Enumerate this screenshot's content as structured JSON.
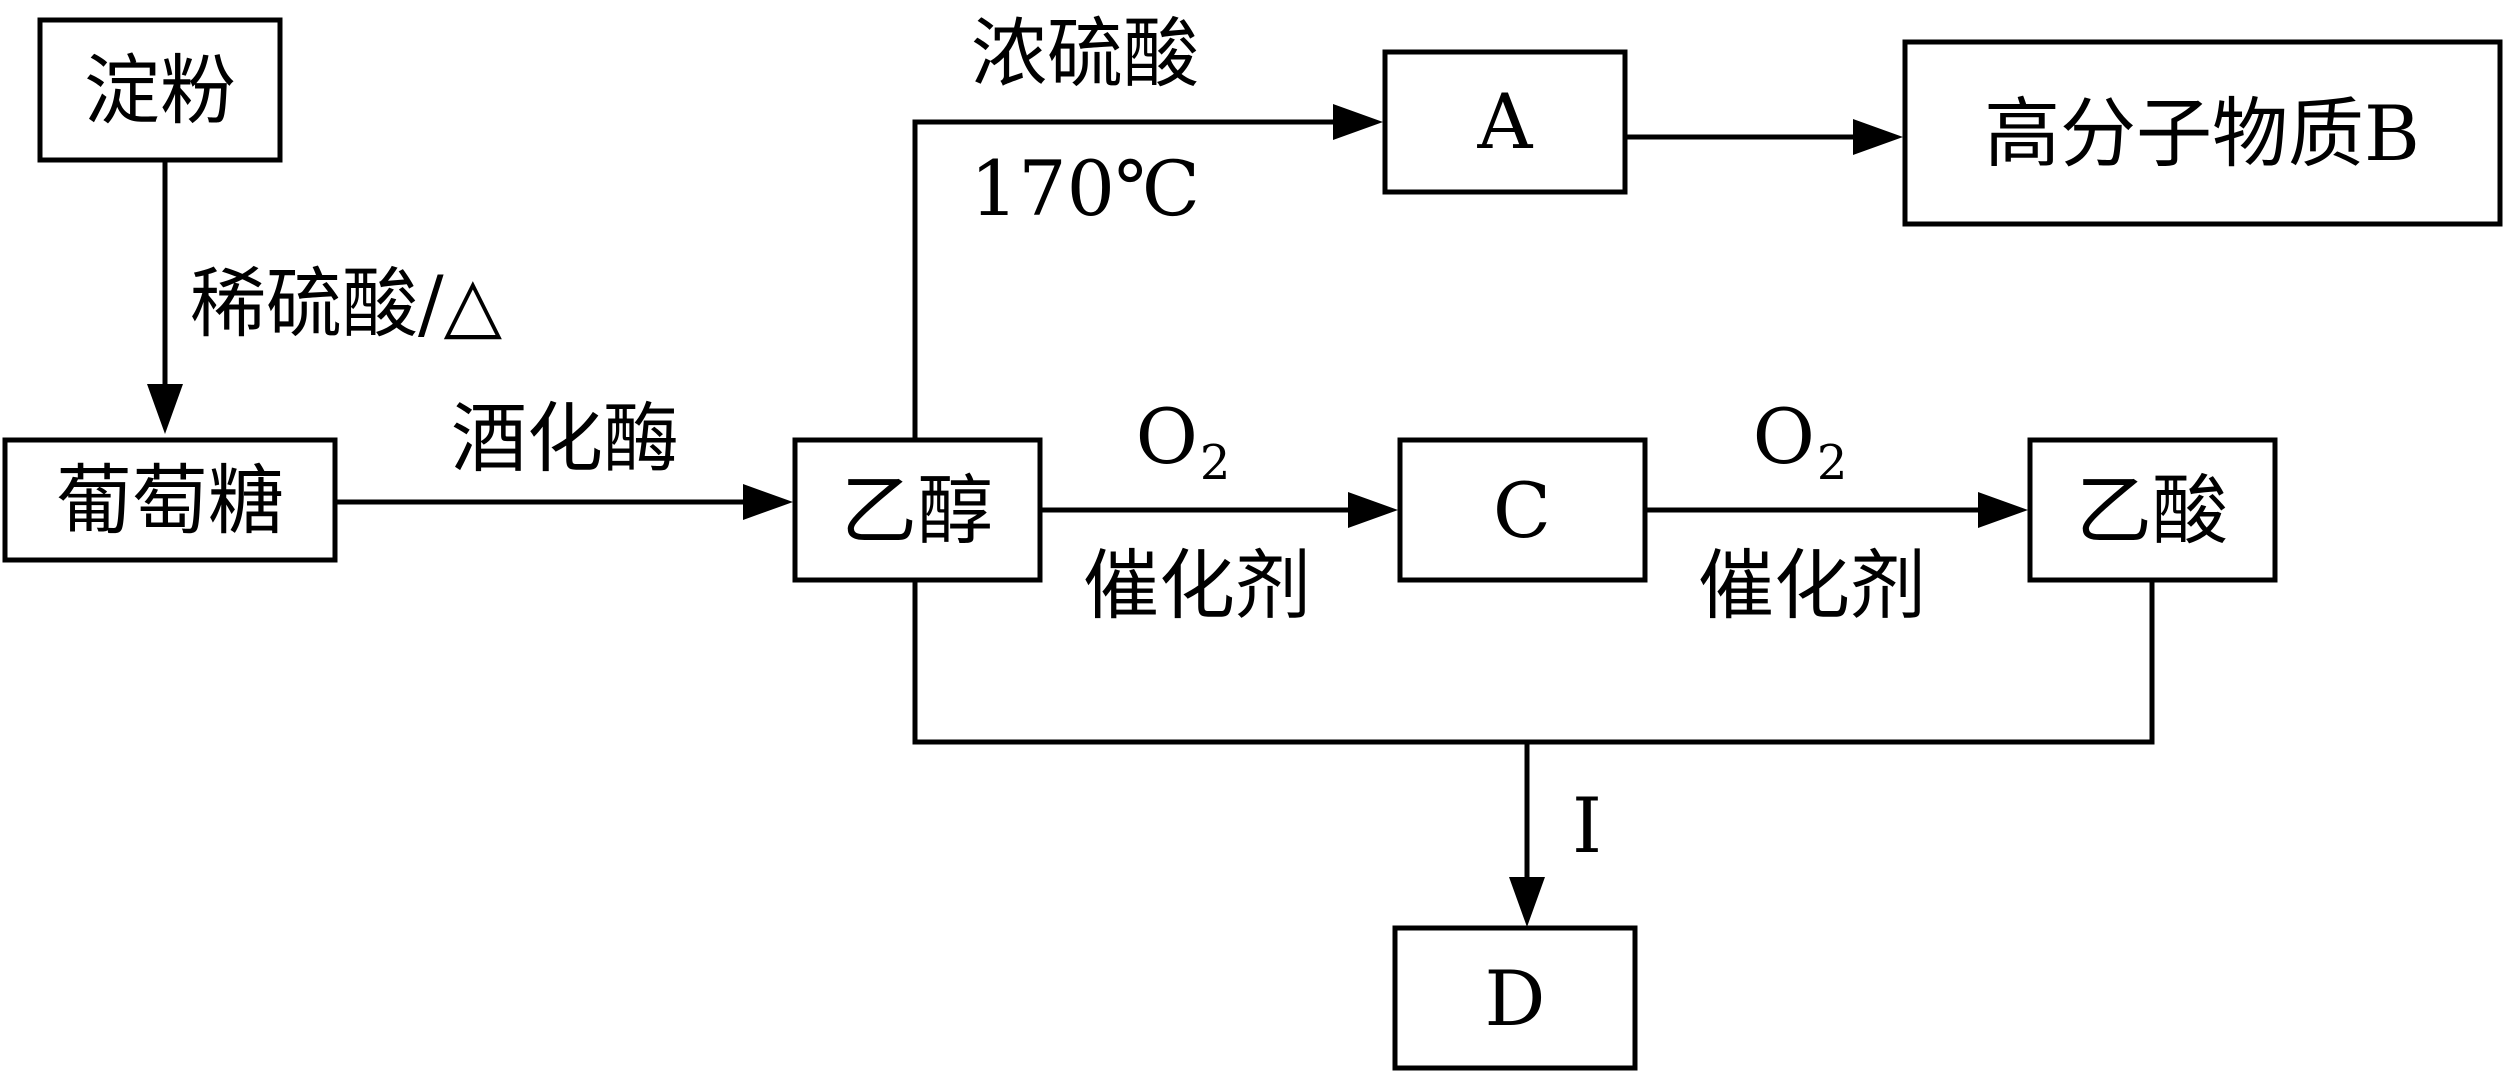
{
  "nodes": {
    "starch": "淀粉",
    "glucose": "葡萄糖",
    "ethanol": "乙醇",
    "a": "A",
    "polymer_b": "高分子物质B",
    "c": "C",
    "acetic_acid": "乙酸",
    "d": "D"
  },
  "edges": {
    "starch_to_glucose": "稀硫酸/△",
    "glucose_to_ethanol": "酒化酶",
    "ethanol_to_a_top": "浓硫酸",
    "ethanol_to_a_bottom": "170℃",
    "ethanol_to_c_top_main": "O",
    "ethanol_to_c_top_sub": "2",
    "ethanol_to_c_bottom": "催化剂",
    "c_to_acid_top_main": "O",
    "c_to_acid_top_sub": "2",
    "c_to_acid_bottom": "催化剂",
    "to_d": "I"
  }
}
